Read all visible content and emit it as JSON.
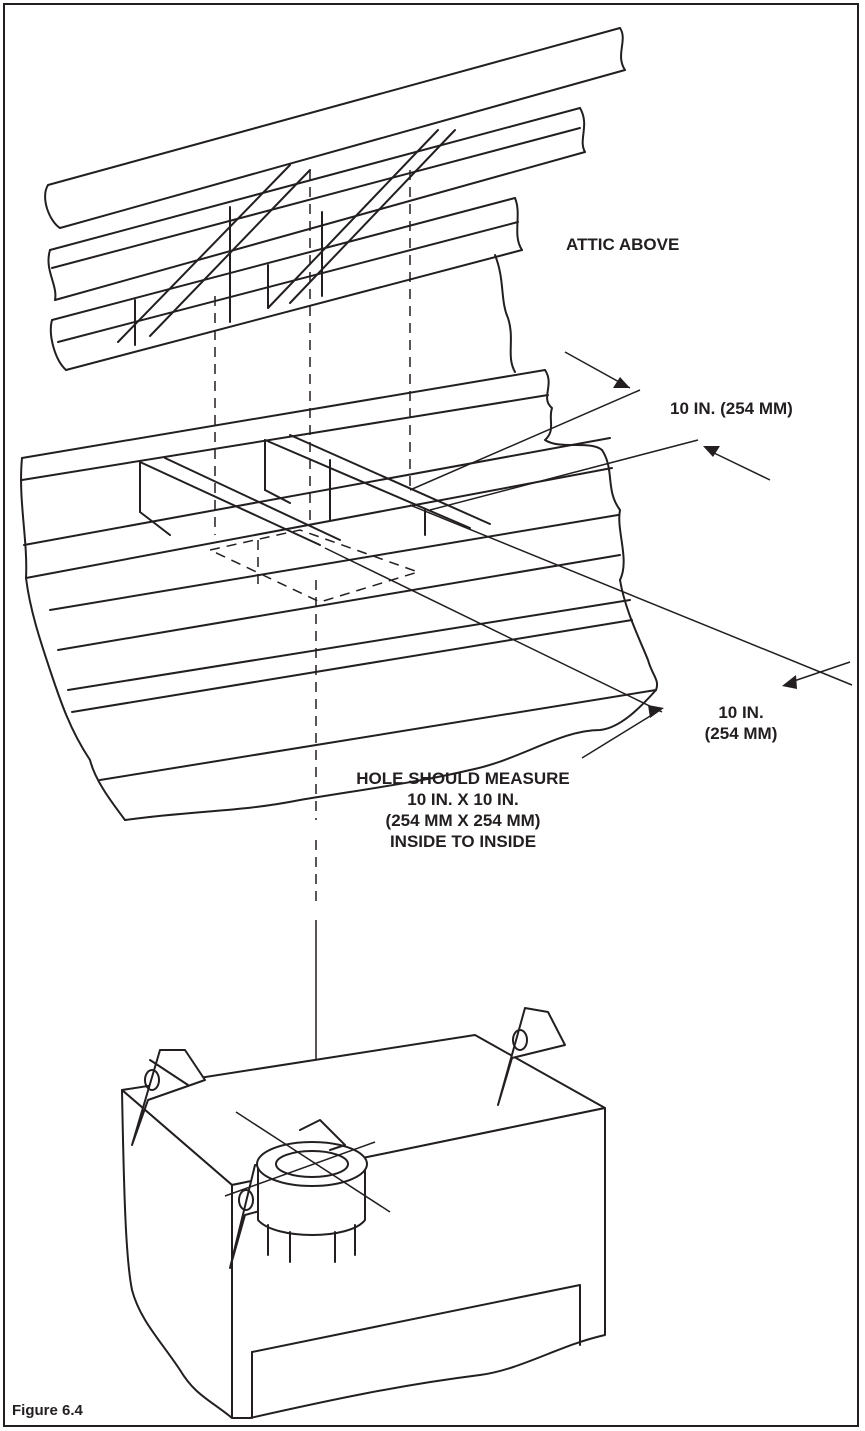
{
  "figure": {
    "label": "Figure 6.4"
  },
  "labels": {
    "attic": "ATTIC ABOVE",
    "dim_top": "10 IN. (254 MM)",
    "dim_side_line1": "10 IN.",
    "dim_side_line2": "(254 MM)",
    "hole_line1": "HOLE SHOULD MEASURE",
    "hole_line2": "10 IN. X 10 IN.",
    "hole_line3": "(254 MM X 254 MM)",
    "hole_line4": "INSIDE TO INSIDE"
  },
  "colors": {
    "ink": "#231f20",
    "paper": "#ffffff"
  }
}
